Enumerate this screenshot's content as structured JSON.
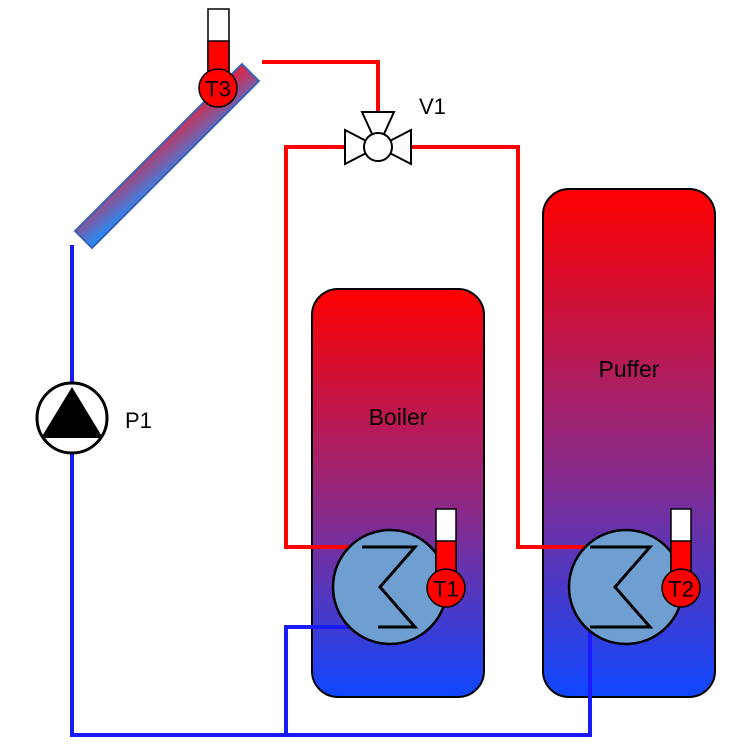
{
  "labels": {
    "pump": "P1",
    "valve": "V1",
    "collector_sensor": "T3",
    "boiler_sensor": "T1",
    "puffer_sensor": "T2",
    "boiler": "Boiler",
    "puffer": "Puffer"
  },
  "colors": {
    "hot": "#ff0000",
    "cold": "#1a1aff",
    "tank_top": "#ff0000",
    "tank_bottom": "#0f47ff",
    "coil_fill": "#6f9fd0",
    "sensor_fill": "#ff0000",
    "collector_top": "#e8203a",
    "collector_bottom": "#1e90ff"
  },
  "icons": {
    "pump": "pump-icon",
    "valve": "three-way-valve-icon",
    "sensor": "thermometer-icon",
    "coil": "heat-exchanger-coil-icon"
  }
}
